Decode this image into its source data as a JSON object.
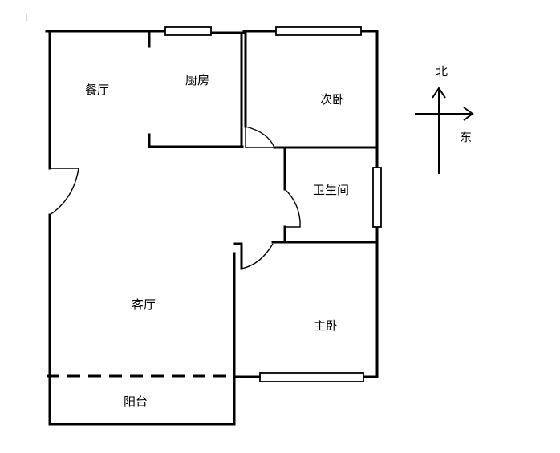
{
  "rooms": {
    "dining": "餐厅",
    "kitchen": "厨房",
    "second_bedroom": "次卧",
    "bathroom": "卫生间",
    "living": "客厅",
    "master_bedroom": "主卧",
    "balcony": "阳台"
  },
  "compass": {
    "north": "北",
    "east": "东"
  },
  "corner_mark": "I"
}
